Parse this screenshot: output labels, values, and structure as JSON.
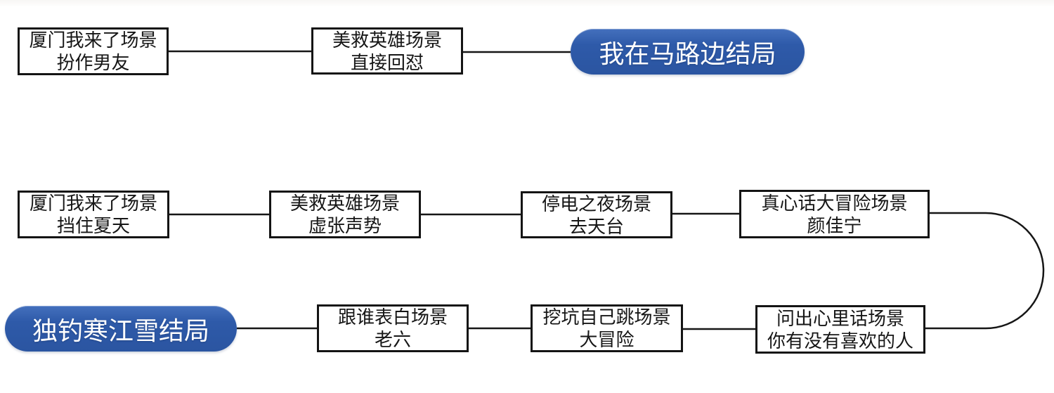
{
  "diagram_type": "story-branch-flowchart",
  "colors": {
    "background": "#ffffff",
    "box_border": "#141414",
    "box_background": "#ffffff",
    "box_text": "#161616",
    "connector": "#161616",
    "ending_background": "#2e5aa9",
    "ending_text": "#ffffff"
  },
  "top_row": {
    "scene1": {
      "line1": "厦门我来了场景",
      "line2": "扮作男友"
    },
    "scene2": {
      "line1": "美救英雄场景",
      "line2": "直接回怼"
    },
    "ending": {
      "label": "我在马路边结局"
    }
  },
  "middle_row": {
    "scene1": {
      "line1": "厦门我来了场景",
      "line2": "挡住夏天"
    },
    "scene2": {
      "line1": "美救英雄场景",
      "line2": "虚张声势"
    },
    "scene3": {
      "line1": "停电之夜场景",
      "line2": "去天台"
    },
    "scene4": {
      "line1": "真心话大冒险场景",
      "line2": "颜佳宁"
    }
  },
  "bottom_row": {
    "ending": {
      "label": "独钓寒江雪结局"
    },
    "scene1": {
      "line1": "跟谁表白场景",
      "line2": "老六"
    },
    "scene2": {
      "line1": "挖坑自己跳场景",
      "line2": "大冒险"
    },
    "scene3": {
      "line1": "问出心里话场景",
      "line2": "你有没有喜欢的人"
    }
  }
}
